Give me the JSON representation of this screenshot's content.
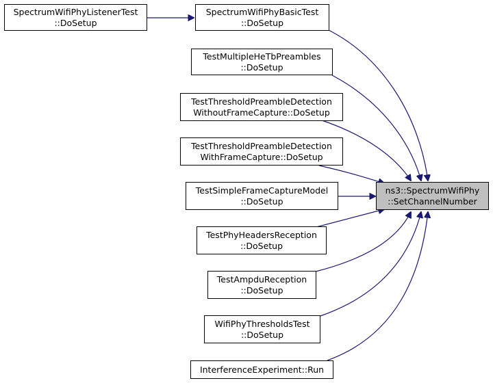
{
  "colors": {
    "edge": "#191970",
    "target_fill": "#bfbfbf",
    "node_fill": "#ffffff",
    "border": "#000000"
  },
  "nodes": {
    "listener": {
      "line1": "SpectrumWifiPhyListenerTest",
      "line2": "::DoSetup"
    },
    "basic": {
      "line1": "SpectrumWifiPhyBasicTest",
      "line2": "::DoSetup"
    },
    "multiple_he": {
      "line1": "TestMultipleHeTbPreambles",
      "line2": "::DoSetup"
    },
    "threshold_without": {
      "line1": "TestThresholdPreambleDetection",
      "line2": "WithoutFrameCapture::DoSetup"
    },
    "threshold_with": {
      "line1": "TestThresholdPreambleDetection",
      "line2": "WithFrameCapture::DoSetup"
    },
    "simple_frame": {
      "line1": "TestSimpleFrameCaptureModel",
      "line2": "::DoSetup"
    },
    "phy_headers": {
      "line1": "TestPhyHeadersReception",
      "line2": "::DoSetup"
    },
    "ampdu": {
      "line1": "TestAmpduReception",
      "line2": "::DoSetup"
    },
    "thresholds_test": {
      "line1": "WifiPhyThresholdsTest",
      "line2": "::DoSetup"
    },
    "interference": {
      "line1": "InterferenceExperiment::Run"
    },
    "target": {
      "line1": "ns3::SpectrumWifiPhy",
      "line2": "::SetChannelNumber"
    }
  }
}
